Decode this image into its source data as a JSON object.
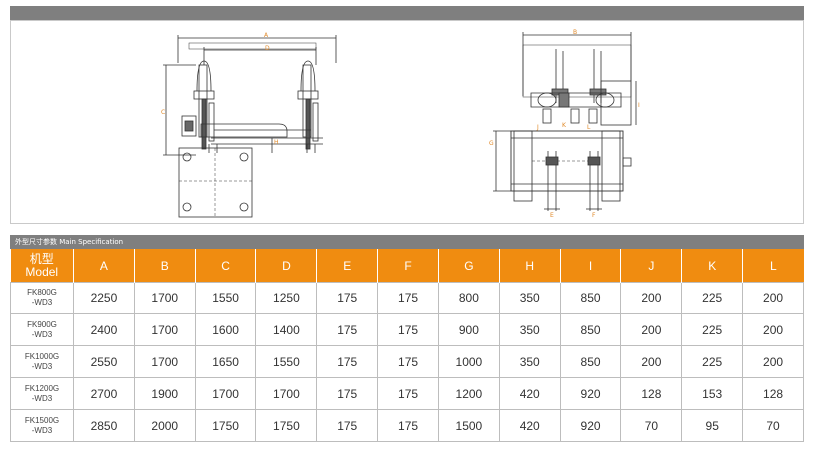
{
  "drawing": {
    "front_labels": [
      "A",
      "D",
      "C",
      "H"
    ],
    "side_labels": [
      "B",
      "I",
      "G",
      "J",
      "K",
      "L",
      "E",
      "F"
    ]
  },
  "spec": {
    "title": "外型尺寸参数  Main Specification",
    "model_header_cn": "机型",
    "model_header_en": "Model",
    "columns": [
      "A",
      "B",
      "C",
      "D",
      "E",
      "F",
      "G",
      "H",
      "I",
      "J",
      "K",
      "L"
    ],
    "rows": [
      {
        "model": [
          "FK800G",
          "-WD3"
        ],
        "values": [
          "2250",
          "1700",
          "1550",
          "1250",
          "175",
          "175",
          "800",
          "350",
          "850",
          "200",
          "225",
          "200"
        ]
      },
      {
        "model": [
          "FK900G",
          "-WD3"
        ],
        "values": [
          "2400",
          "1700",
          "1600",
          "1400",
          "175",
          "175",
          "900",
          "350",
          "850",
          "200",
          "225",
          "200"
        ]
      },
      {
        "model": [
          "FK1000G",
          "-WD3"
        ],
        "values": [
          "2550",
          "1700",
          "1650",
          "1550",
          "175",
          "175",
          "1000",
          "350",
          "850",
          "200",
          "225",
          "200"
        ]
      },
      {
        "model": [
          "FK1200G",
          "-WD3"
        ],
        "values": [
          "2700",
          "1900",
          "1700",
          "1700",
          "175",
          "175",
          "1200",
          "420",
          "920",
          "128",
          "153",
          "128"
        ]
      },
      {
        "model": [
          "FK1500G",
          "-WD3"
        ],
        "values": [
          "2850",
          "2000",
          "1750",
          "1750",
          "175",
          "175",
          "1500",
          "420",
          "920",
          "70",
          "95",
          "70"
        ]
      }
    ]
  }
}
